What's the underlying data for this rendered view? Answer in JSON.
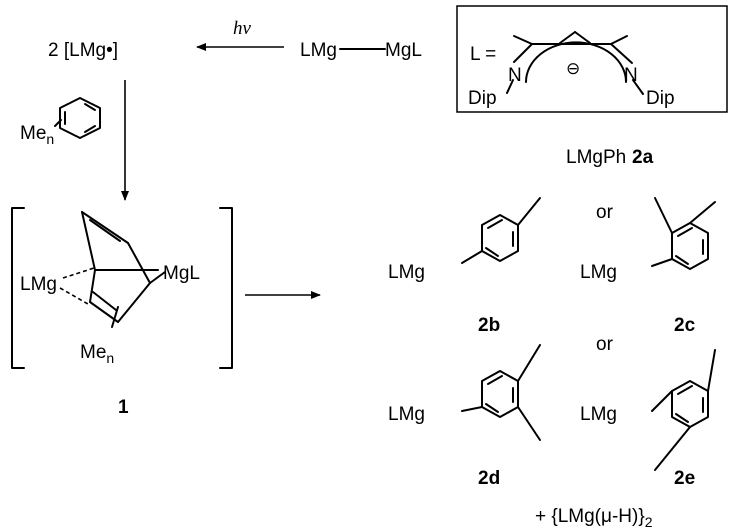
{
  "top": {
    "radical_text": "2 [LMg•]",
    "photon_label": "hν",
    "dimer_left": "LMg",
    "dimer_right": "MgL"
  },
  "ligand_box": {
    "l_equals": "L =",
    "nitrogen_left": "N",
    "nitrogen_right": "N",
    "charge": "⊖",
    "dip_left": "Dip",
    "dip_right": "Dip"
  },
  "arene_reagent": {
    "me_label": "Me",
    "me_subscript": "n"
  },
  "intermediate": {
    "lmg_label": "LMg",
    "mgl_label": "MgL",
    "me_label": "Me",
    "me_subscript": "n",
    "compound_number": "1"
  },
  "products": {
    "lmgph_text": "LMgPh",
    "label_2a": "2a",
    "or_1": "or",
    "or_2": "or",
    "lmg_2b": "LMg",
    "label_2b": "2b",
    "lmg_2c": "LMg",
    "label_2c": "2c",
    "lmg_2d": "LMg",
    "label_2d": "2d",
    "lmg_2e": "LMg",
    "label_2e": "2e",
    "hydride_text": "+ {LMg(μ-H)}",
    "hydride_subscript": "2"
  }
}
